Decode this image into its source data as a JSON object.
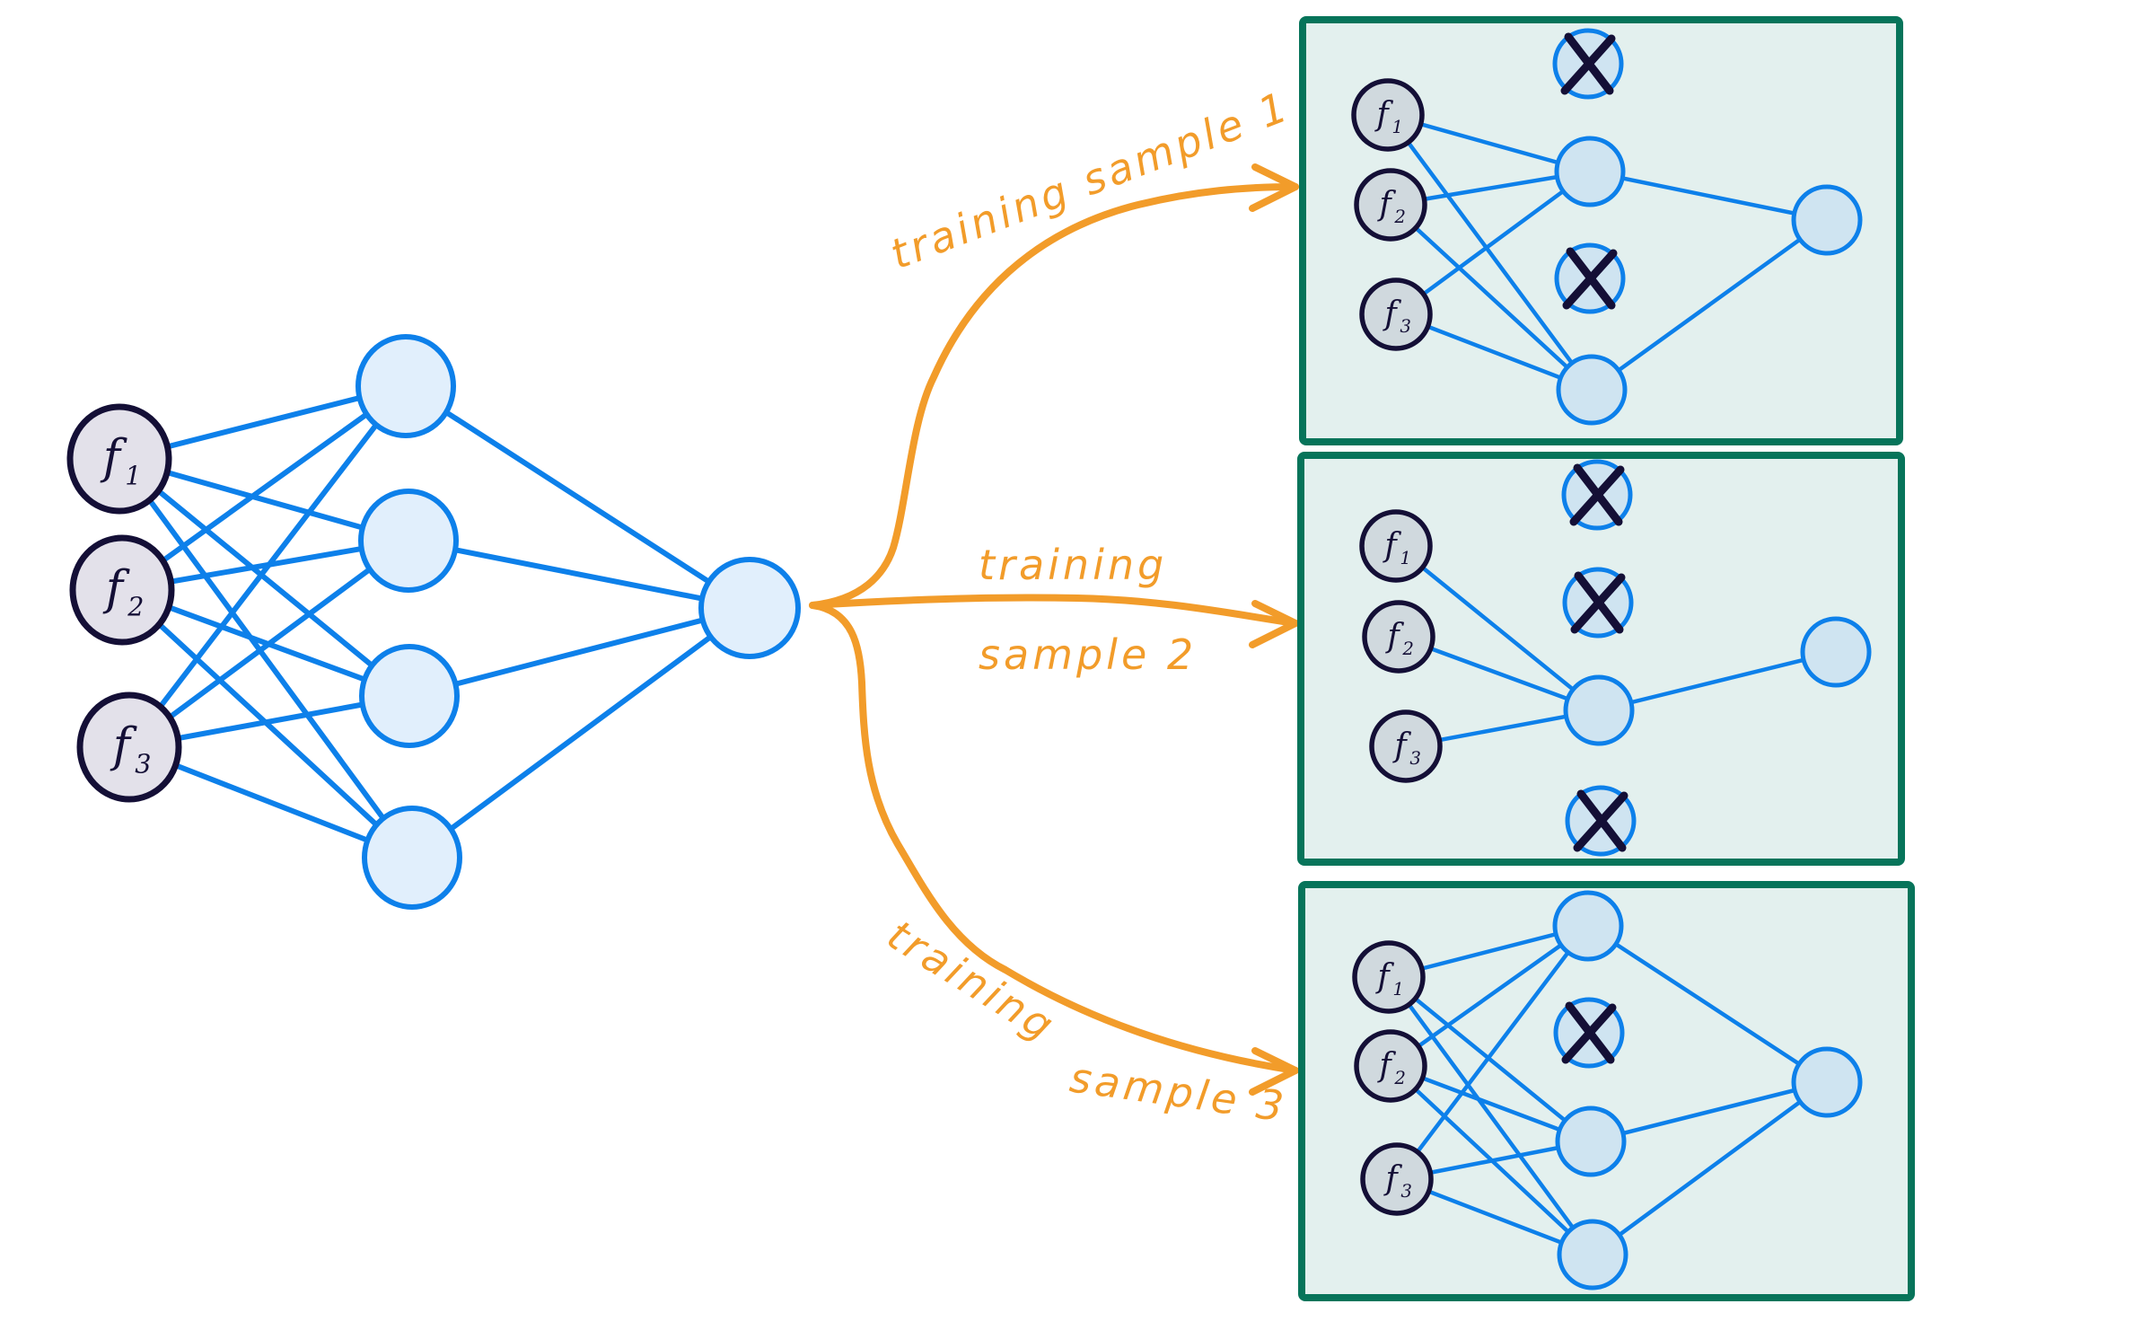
{
  "diagram": {
    "description": "Dropout illustrated: one full network, three training samples each with a thinned sub-network",
    "colors": {
      "edge": "#0d80ea",
      "hidden_fill": "#e1effc",
      "input_fill": "#e3e1ea",
      "input_stroke": "#140f36",
      "arrow": "#f29c2a",
      "panel_fill": "#e3f0ee",
      "panel_border": "#07745a",
      "dropped_mark": "#140f36"
    },
    "inputs": [
      {
        "id": "f1",
        "label": "f",
        "sub": "1"
      },
      {
        "id": "f2",
        "label": "f",
        "sub": "2"
      },
      {
        "id": "f3",
        "label": "f",
        "sub": "3"
      }
    ],
    "hidden_count": 4,
    "output_count": 1,
    "full_network": {
      "hidden_dropped": [
        false,
        false,
        false,
        false
      ]
    },
    "samples": [
      {
        "label_line1": "training sample 1",
        "label_line2": "",
        "hidden_dropped": [
          true,
          false,
          true,
          false
        ]
      },
      {
        "label_line1": "training",
        "label_line2": "sample 2",
        "hidden_dropped": [
          true,
          true,
          false,
          true
        ]
      },
      {
        "label_line1": "training",
        "label_line2": "sample 3",
        "hidden_dropped": [
          false,
          true,
          false,
          false
        ]
      }
    ],
    "dropped_symbol": "X"
  }
}
